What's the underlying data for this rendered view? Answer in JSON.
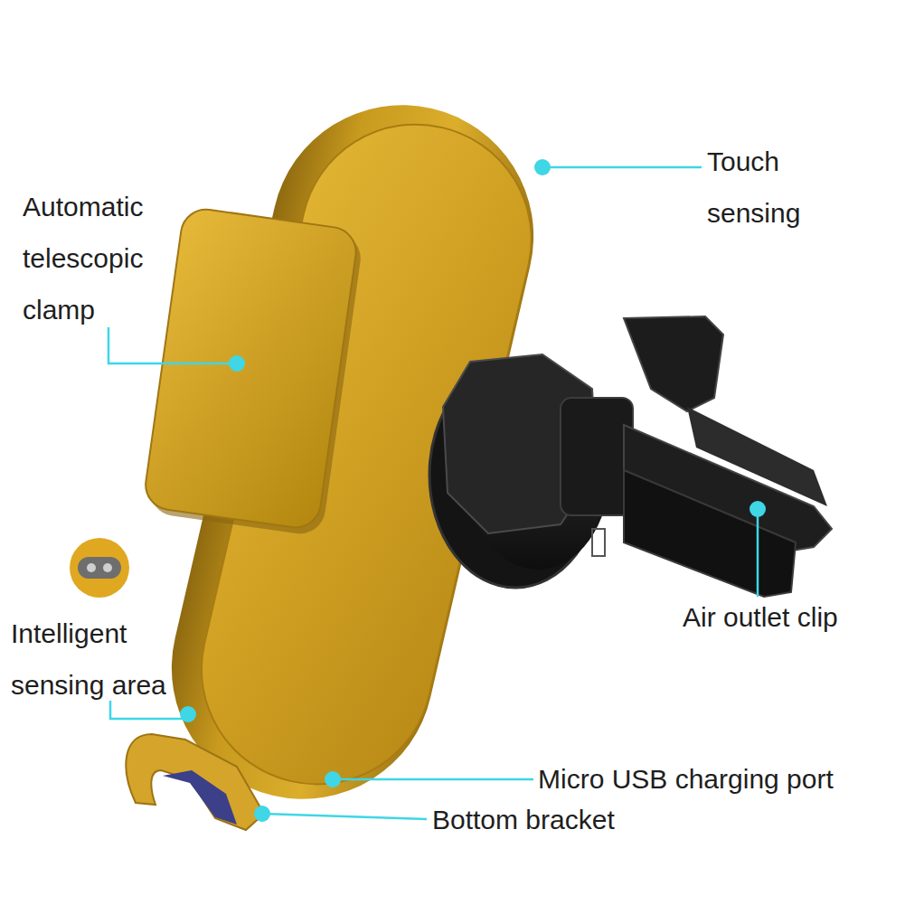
{
  "diagram": {
    "labels": [
      "Touch sensing",
      "Automatic telescopic clamp",
      "Intelligent sensing area",
      "Air outlet clip",
      "Micro USB charging port",
      "Bottom bracket"
    ]
  }
}
